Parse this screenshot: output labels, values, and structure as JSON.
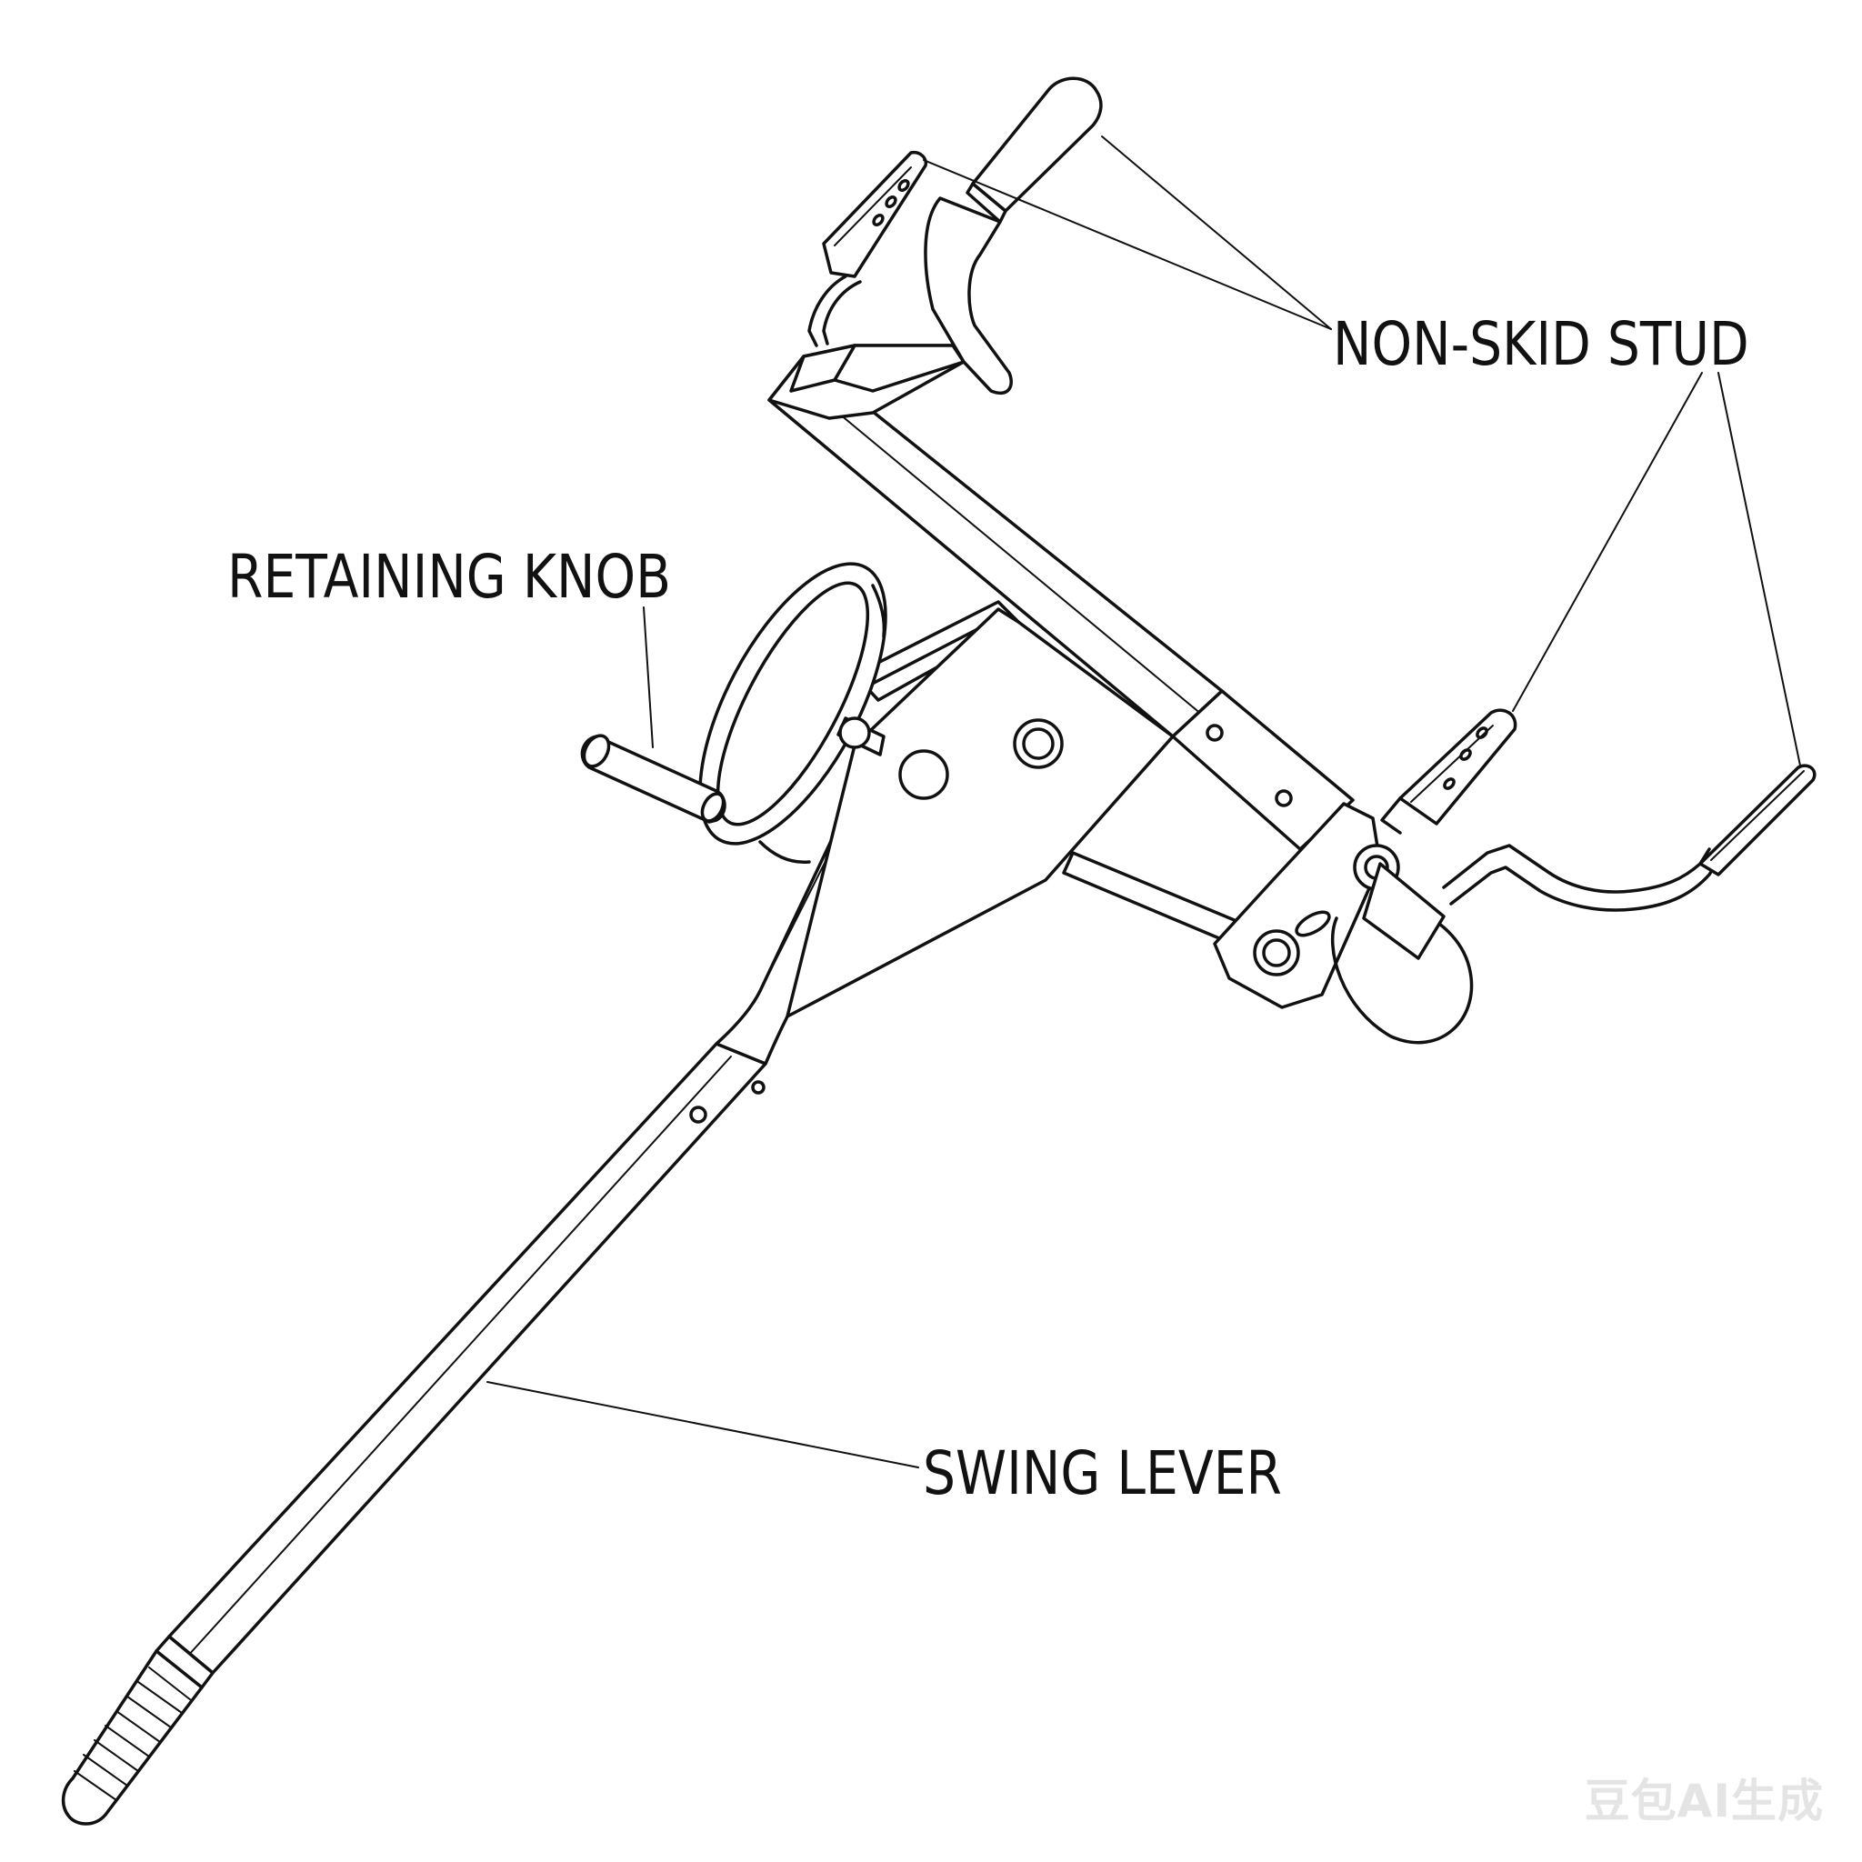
{
  "labels": {
    "retaining_knob": "RETAINING KNOB",
    "non_skid_stud": "NON-SKID STUD",
    "swing_lever": "SWING LEVER"
  },
  "watermark": "豆包AI生成",
  "colors": {
    "line": "#111111",
    "background": "#ffffff",
    "watermark": "#e4e4e4"
  }
}
